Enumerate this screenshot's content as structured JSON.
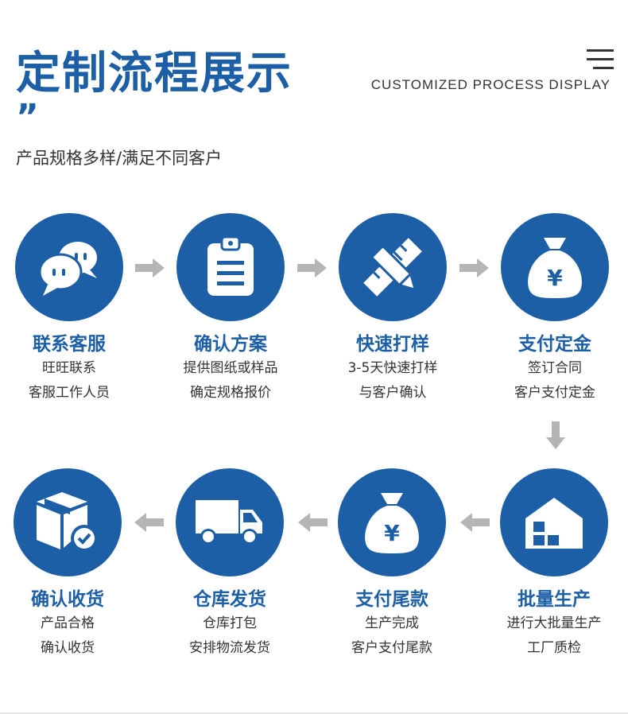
{
  "header": {
    "title": "定制流程展示",
    "quote_mark": "”",
    "subtitle_en": "CUSTOMIZED PROCESS DISPLAY",
    "tagline": "产品规格多样/满足不同客户"
  },
  "colors": {
    "accent": "#1d5fa6",
    "arrow": "#b5b5b5",
    "text": "#333333"
  },
  "steps": [
    {
      "icon": "chat-bubbles-icon",
      "title": "联系客服",
      "line1": "旺旺联系",
      "line2": "客服工作人员"
    },
    {
      "icon": "clipboard-icon",
      "title": "确认方案",
      "line1": "提供图纸或样品",
      "line2": "确定规格报价"
    },
    {
      "icon": "pencil-ruler-icon",
      "title": "快速打样",
      "line1": "3-5天快速打样",
      "line2": "与客户确认"
    },
    {
      "icon": "money-bag-icon",
      "title": "支付定金",
      "line1": "签订合同",
      "line2": "客户支付定金"
    },
    {
      "icon": "factory-icon",
      "title": "批量生产",
      "line1": "进行大批量生产",
      "line2": "工厂质检"
    },
    {
      "icon": "money-bag-icon",
      "title": "支付尾款",
      "line1": "生产完成",
      "line2": "客户支付尾款"
    },
    {
      "icon": "delivery-truck-icon",
      "title": "仓库发货",
      "line1": "仓库打包",
      "line2": "安排物流发货"
    },
    {
      "icon": "box-check-icon",
      "title": "确认收货",
      "line1": "产品合格",
      "line2": "确认收货"
    }
  ]
}
